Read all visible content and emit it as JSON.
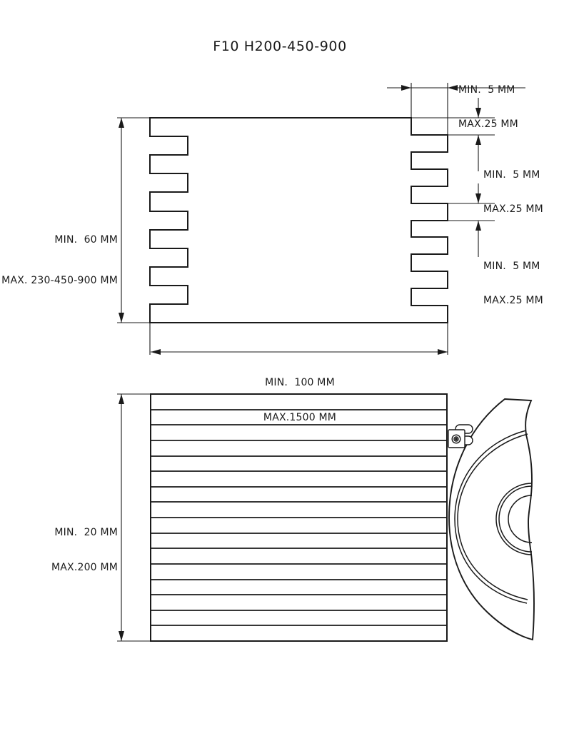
{
  "title": "F10 H200-450-900",
  "colors": {
    "ink": "#1a1a1a",
    "background": "#ffffff"
  },
  "top_view": {
    "tooth_width_dim": {
      "min": "MIN.  5 MM",
      "max": "MAX.25 MM"
    },
    "tooth_height_dim_upper": {
      "min": "MIN.  5 MM",
      "max": "MAX.25 MM"
    },
    "tooth_height_dim_lower": {
      "min": "MIN.  5 MM",
      "max": "MAX.25 MM"
    },
    "height_dim": {
      "min": "MIN.  60 MM",
      "max": "MAX. 230-450-900 MM"
    },
    "width_dim": {
      "min": "MIN.  100 MM",
      "max": "MAX.1500 MM"
    }
  },
  "side_view": {
    "thickness_dim": {
      "min": "MIN.  20 MM",
      "max": "MAX.200 MM"
    }
  }
}
